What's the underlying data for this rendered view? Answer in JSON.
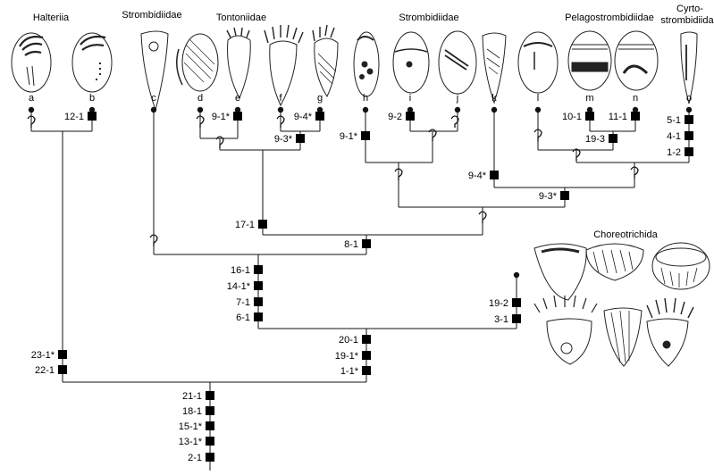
{
  "groups": [
    {
      "id": "halteriia",
      "label": "Halteriia"
    },
    {
      "id": "strombidiidae-1",
      "label": "Strombidiidae"
    },
    {
      "id": "tontoniidae",
      "label": "Tontoniidae"
    },
    {
      "id": "strombidiidae-2",
      "label": "Strombidiidae"
    },
    {
      "id": "pelagostrombidiidae",
      "label": "Pelagostrombidiidae"
    },
    {
      "id": "cyrtostrombidiidae",
      "label_lines": [
        "Cyrto-",
        "strombidiidae"
      ]
    },
    {
      "id": "choreotrichida",
      "label": "Choreotrichida"
    }
  ],
  "taxa": [
    "a",
    "b",
    "c",
    "d",
    "e",
    "f",
    "g",
    "h",
    "i",
    "j",
    "k",
    "l",
    "m",
    "n",
    "o"
  ],
  "characters": [
    "12-1",
    "9-1*",
    "9-4*",
    "9-3*",
    "9-2",
    "9-1*",
    "10-1",
    "11-1",
    "19-3",
    "5-1",
    "4-1",
    "1-2",
    "9-4*",
    "9-3*",
    "17-1",
    "8-1",
    "16-1",
    "14-1*",
    "7-1",
    "6-1",
    "19-2",
    "3-1",
    "20-1",
    "19-1*",
    "1-1*",
    "23-1*",
    "22-1",
    "21-1",
    "18-1",
    "15-1*",
    "13-1*",
    "2-1"
  ],
  "legend_colors": {
    "branch": "#111111",
    "marker": "#000000"
  }
}
